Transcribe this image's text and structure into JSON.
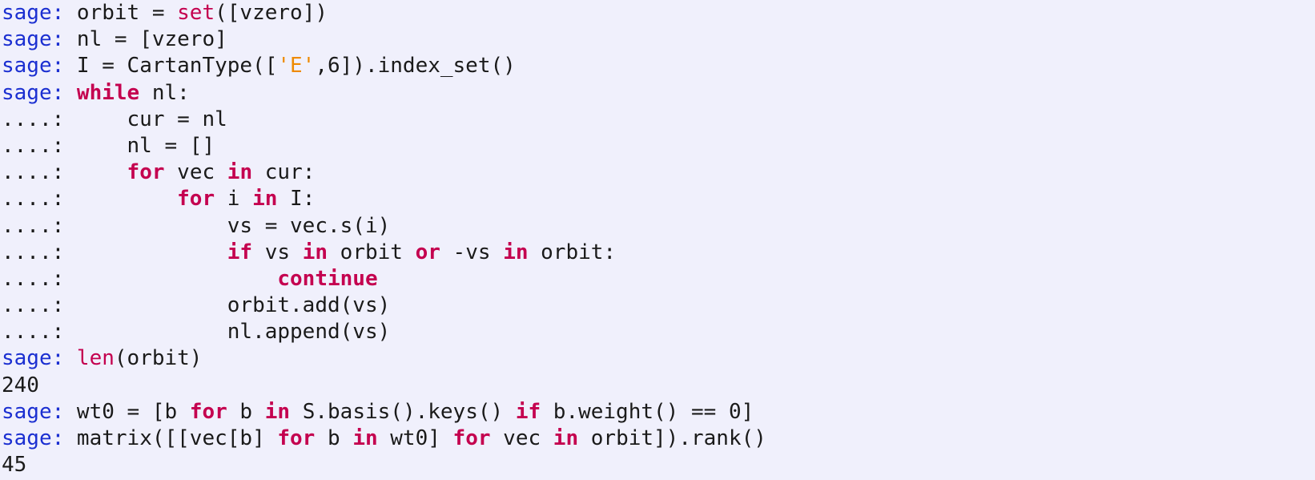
{
  "session": {
    "lines": [
      {
        "tokens": [
          [
            "prompt",
            "sage: "
          ],
          [
            "text",
            "orbit = "
          ],
          [
            "builtin",
            "set"
          ],
          [
            "text",
            "([vzero])"
          ]
        ]
      },
      {
        "tokens": [
          [
            "prompt",
            "sage: "
          ],
          [
            "text",
            "nl = [vzero]"
          ]
        ]
      },
      {
        "tokens": [
          [
            "prompt",
            "sage: "
          ],
          [
            "text",
            "I = CartanType(["
          ],
          [
            "str",
            "'E'"
          ],
          [
            "text",
            ",6]).index_set()"
          ]
        ]
      },
      {
        "tokens": [
          [
            "prompt",
            "sage: "
          ],
          [
            "kw",
            "while"
          ],
          [
            "text",
            " nl:"
          ]
        ]
      },
      {
        "tokens": [
          [
            "text",
            "....:     cur = nl"
          ]
        ]
      },
      {
        "tokens": [
          [
            "text",
            "....:     nl = []"
          ]
        ]
      },
      {
        "tokens": [
          [
            "text",
            "....:     "
          ],
          [
            "kw",
            "for"
          ],
          [
            "text",
            " vec "
          ],
          [
            "kw",
            "in"
          ],
          [
            "text",
            " cur:"
          ]
        ]
      },
      {
        "tokens": [
          [
            "text",
            "....:         "
          ],
          [
            "kw",
            "for"
          ],
          [
            "text",
            " i "
          ],
          [
            "kw",
            "in"
          ],
          [
            "text",
            " I:"
          ]
        ]
      },
      {
        "tokens": [
          [
            "text",
            "....:             vs = vec.s(i)"
          ]
        ]
      },
      {
        "tokens": [
          [
            "text",
            "....:             "
          ],
          [
            "kw",
            "if"
          ],
          [
            "text",
            " vs "
          ],
          [
            "kw",
            "in"
          ],
          [
            "text",
            " orbit "
          ],
          [
            "kw",
            "or"
          ],
          [
            "text",
            " -vs "
          ],
          [
            "kw",
            "in"
          ],
          [
            "text",
            " orbit:"
          ]
        ]
      },
      {
        "tokens": [
          [
            "text",
            "....:                 "
          ],
          [
            "kw",
            "continue"
          ]
        ]
      },
      {
        "tokens": [
          [
            "text",
            "....:             orbit.add(vs)"
          ]
        ]
      },
      {
        "tokens": [
          [
            "text",
            "....:             nl.append(vs)"
          ]
        ]
      },
      {
        "tokens": [
          [
            "prompt",
            "sage: "
          ],
          [
            "builtin",
            "len"
          ],
          [
            "text",
            "(orbit)"
          ]
        ]
      },
      {
        "tokens": [
          [
            "out",
            "240"
          ]
        ]
      },
      {
        "tokens": [
          [
            "prompt",
            "sage: "
          ],
          [
            "text",
            "wt0 = [b "
          ],
          [
            "kw",
            "for"
          ],
          [
            "text",
            " b "
          ],
          [
            "kw",
            "in"
          ],
          [
            "text",
            " S.basis().keys() "
          ],
          [
            "kw",
            "if"
          ],
          [
            "text",
            " b.weight() == 0]"
          ]
        ]
      },
      {
        "tokens": [
          [
            "prompt",
            "sage: "
          ],
          [
            "text",
            "matrix([[vec[b] "
          ],
          [
            "kw",
            "for"
          ],
          [
            "text",
            " b "
          ],
          [
            "kw",
            "in"
          ],
          [
            "text",
            " wt0] "
          ],
          [
            "kw",
            "for"
          ],
          [
            "text",
            " vec "
          ],
          [
            "kw",
            "in"
          ],
          [
            "text",
            " orbit]).rank()"
          ]
        ]
      },
      {
        "tokens": [
          [
            "out",
            "45"
          ]
        ]
      }
    ]
  },
  "colors": {
    "background": "#f0f0fc",
    "prompt": "#1b2fd1",
    "keyword": "#c4004f",
    "string": "#ee8a00",
    "text": "#1a1a1a"
  }
}
